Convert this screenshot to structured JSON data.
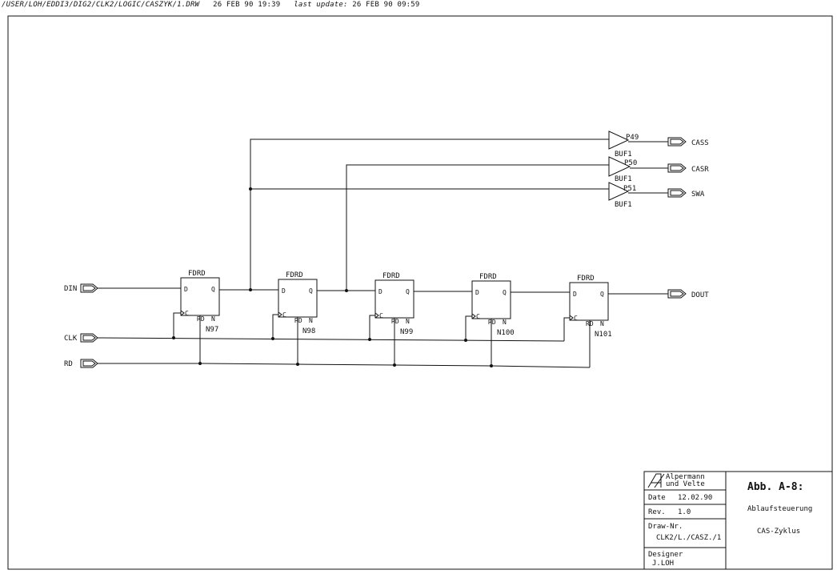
{
  "header": {
    "path": "/USER/LOH/EDDI3/DIG2/CLK2/LOGIC/CASZYK/1.DRW",
    "date": "26 FEB 90 19:39",
    "update_label": "last update:",
    "update_date": "26 FEB 90 09:59"
  },
  "inputs": [
    "DIN",
    "CLK",
    "RD"
  ],
  "flipflops": [
    {
      "type": "FDRD",
      "name": "N97",
      "pin_d": "D",
      "pin_q": "Q",
      "pin_c": "C",
      "pin_rd": "RD",
      "pin_n": "N"
    },
    {
      "type": "FDRD",
      "name": "N98",
      "pin_d": "D",
      "pin_q": "Q",
      "pin_c": "C",
      "pin_rd": "RD",
      "pin_n": "N"
    },
    {
      "type": "FDRD",
      "name": "N99",
      "pin_d": "D",
      "pin_q": "Q",
      "pin_c": "C",
      "pin_rd": "RD",
      "pin_n": "N"
    },
    {
      "type": "FDRD",
      "name": "N100",
      "pin_d": "D",
      "pin_q": "Q",
      "pin_c": "C",
      "pin_rd": "RD",
      "pin_n": "N"
    },
    {
      "type": "FDRD",
      "name": "N101",
      "pin_d": "D",
      "pin_q": "Q",
      "pin_c": "C",
      "pin_rd": "RD",
      "pin_n": "N"
    }
  ],
  "buffers": [
    {
      "name": "P49",
      "type": "BUF1",
      "output": "CASS"
    },
    {
      "name": "P50",
      "type": "BUF1",
      "output": "CASR"
    },
    {
      "name": "P51",
      "type": "BUF1",
      "output": "SWA"
    }
  ],
  "output_main": "DOUT",
  "title_block": {
    "company_line1": "Alpermann",
    "company_line2": "und Velte",
    "date_label": "Date",
    "date_value": "12.02.90",
    "rev_label": "Rev.",
    "rev_value": "1.0",
    "draw_label": "Draw-Nr.",
    "draw_value": "CLK2/L./CASZ./1",
    "designer_label": "Designer",
    "designer_value": "J.LOH",
    "figure": "Abb. A-8:",
    "desc1": "Ablaufsteuerung",
    "desc2": "CAS-Zyklus"
  }
}
